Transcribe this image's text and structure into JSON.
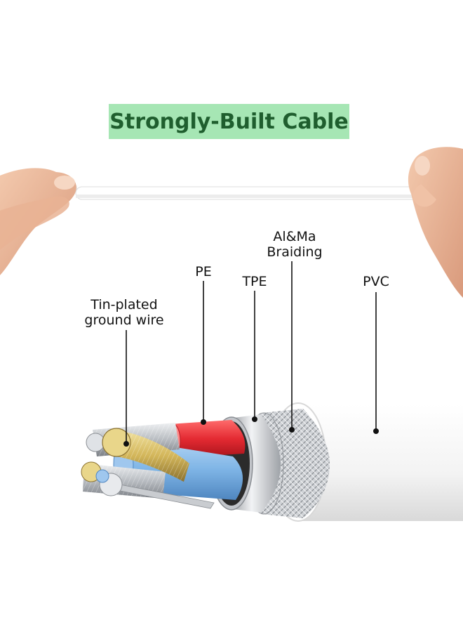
{
  "banner": {
    "title": "Strongly-Built Cable",
    "bg_color": "#a6e6b4",
    "text_color": "#1f5e2e"
  },
  "labels": {
    "tin_line1": "Tin-plated",
    "tin_line2": "ground wire",
    "pe": "PE",
    "tpe": "TPE",
    "braid_line1": "Al&Ma",
    "braid_line2": "Braiding",
    "pvc": "PVC"
  },
  "colors": {
    "pe_red": "#e42a32",
    "tpe_blue": "#7fb5e6",
    "copper": "#d9c06a",
    "silver": "#c8cbd0",
    "jacket_white": "#f7f7f7"
  }
}
